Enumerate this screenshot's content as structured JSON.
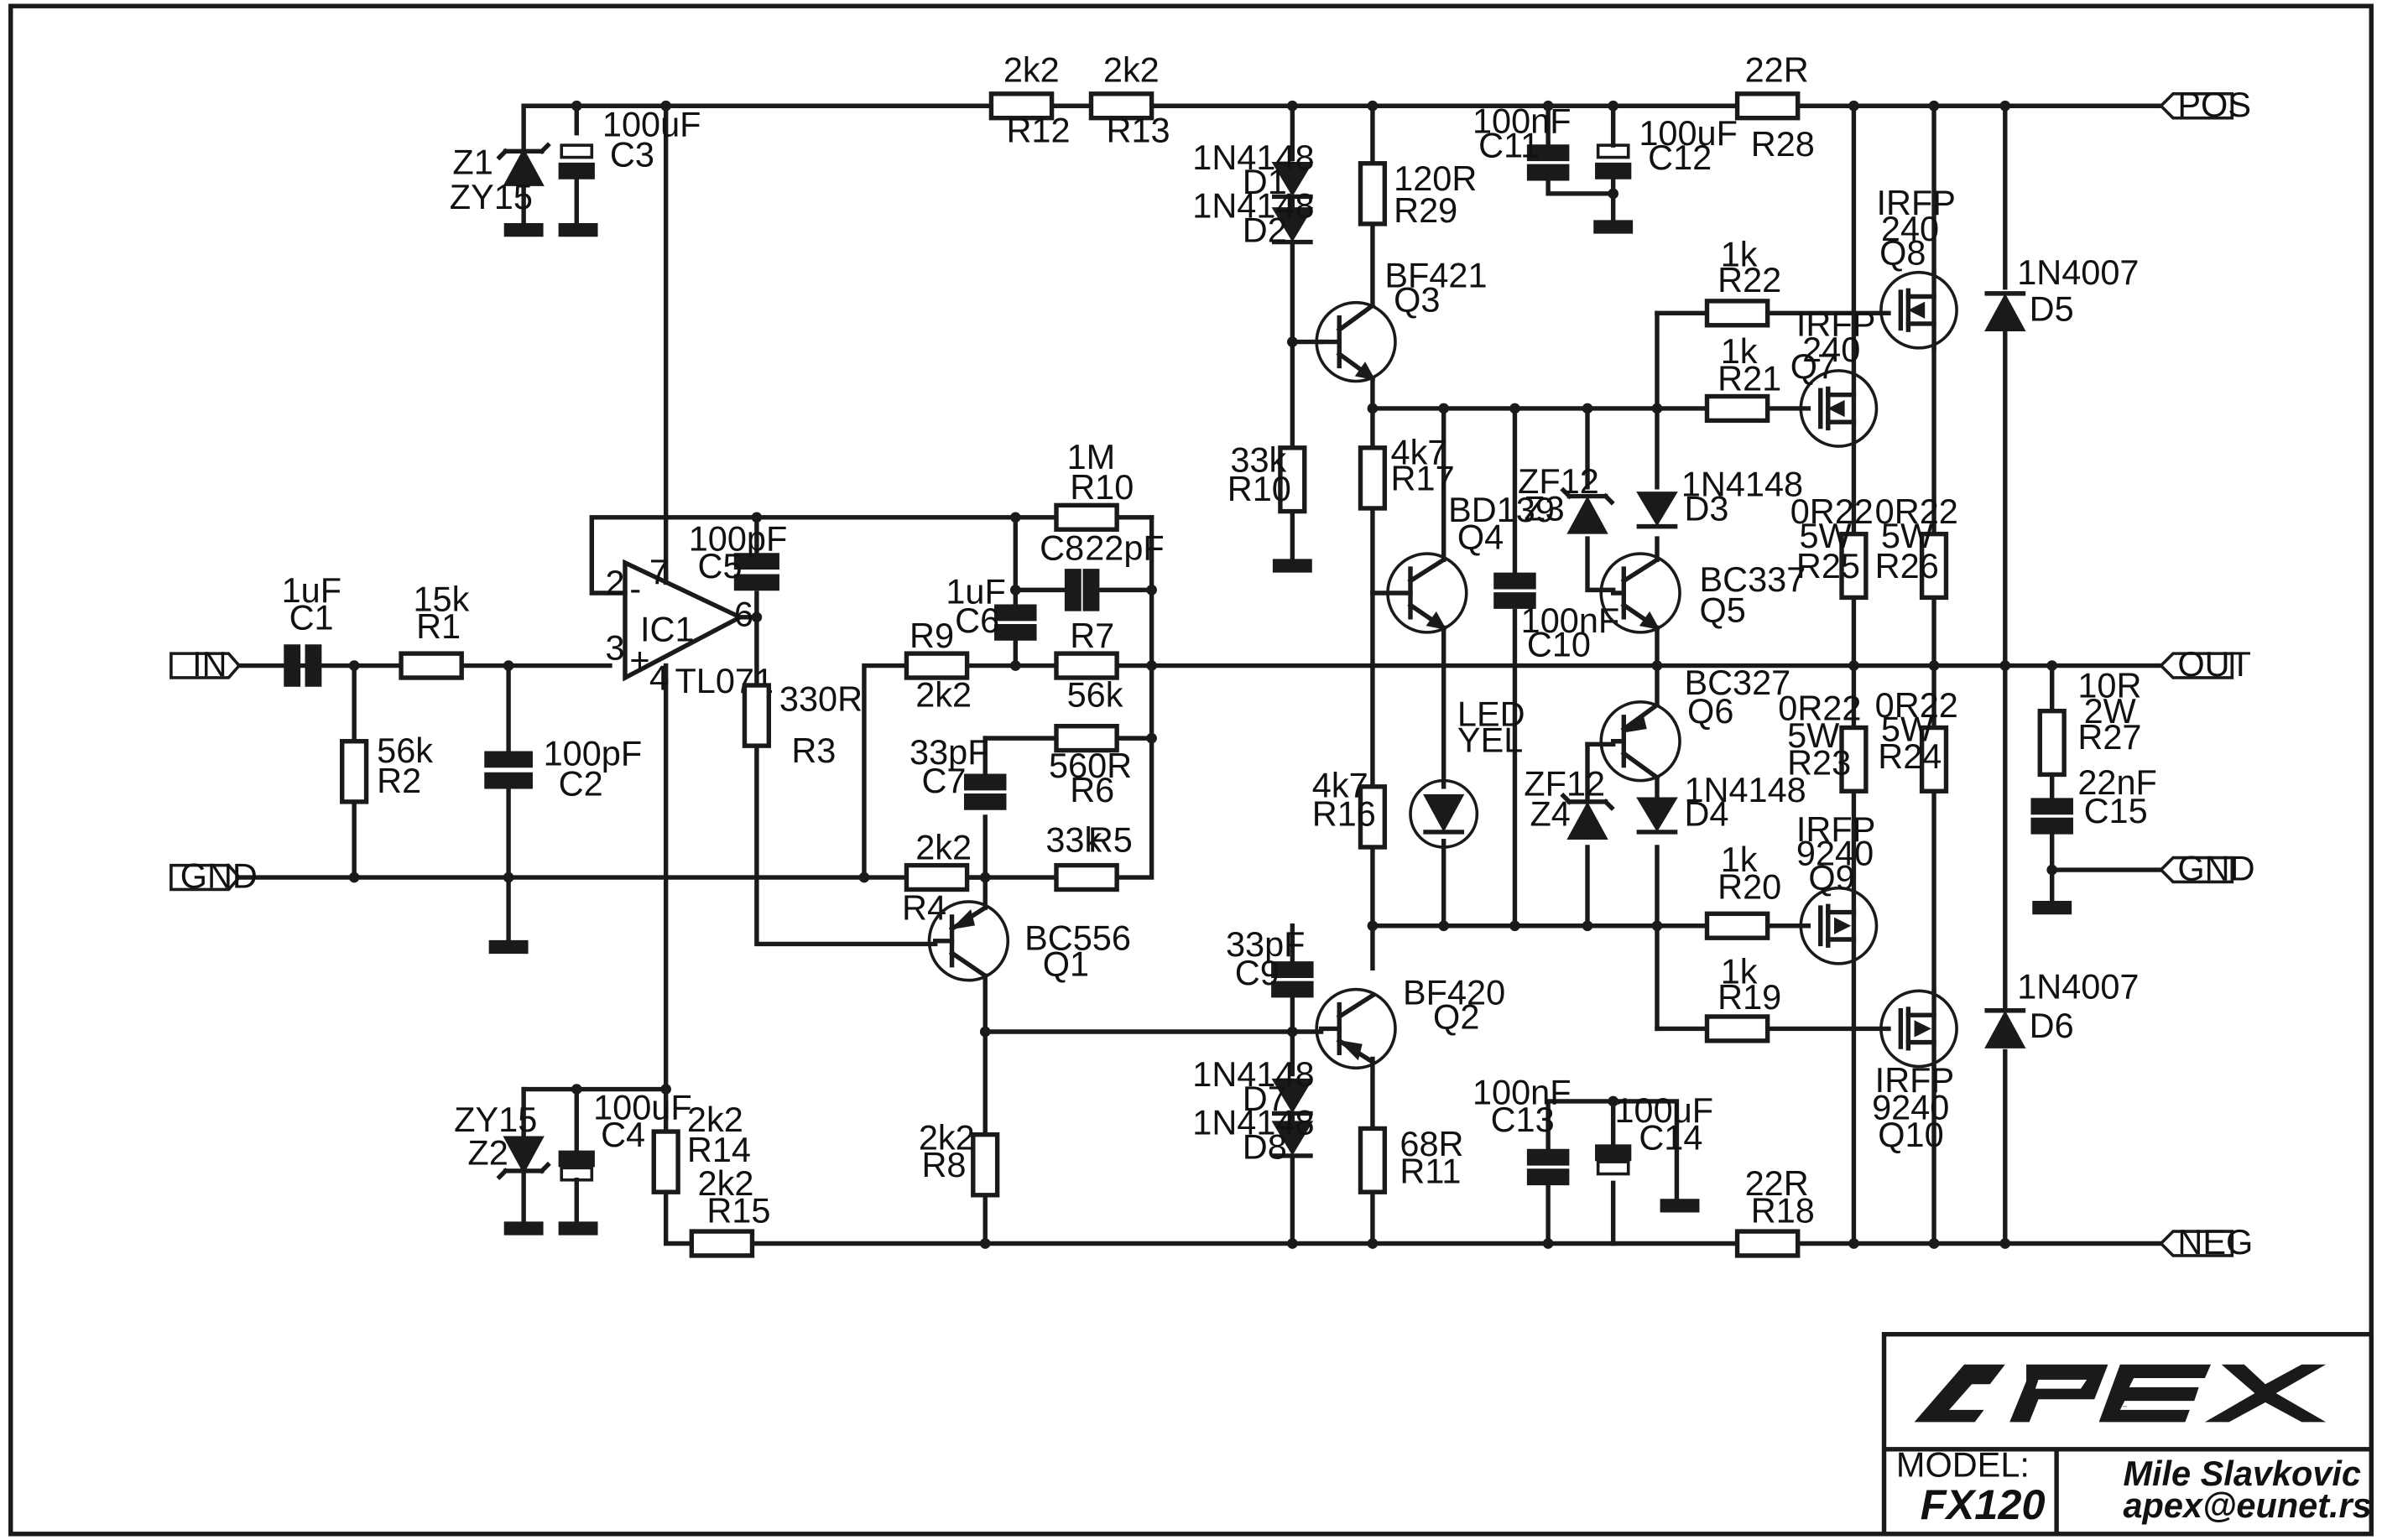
{
  "schematic": {
    "ports": {
      "in": "IN",
      "gnd_in": "GND",
      "pos": "POS",
      "out": "OUT",
      "gnd_out": "GND",
      "neg": "NEG"
    },
    "opamp": {
      "ref": "IC1",
      "part": "TL071",
      "pin_minus": "-",
      "pin_plus": "+",
      "pin2": "2",
      "pin3": "3",
      "pin4": "4",
      "pin6": "6",
      "pin7": "7"
    },
    "input": {
      "c1": {
        "value": "1uF",
        "ref": "C1"
      },
      "r1": {
        "value": "15k",
        "ref": "R1"
      },
      "r2": {
        "value": "56k",
        "ref": "R2"
      },
      "c2": {
        "value": "100pF",
        "ref": "C2"
      }
    },
    "supply_filter": {
      "z1": {
        "ref": "Z1",
        "part": "ZY15"
      },
      "c3": {
        "value": "100uF",
        "ref": "C3"
      },
      "z2": {
        "ref": "Z2",
        "part": "ZY15"
      },
      "c4": {
        "value": "100uF",
        "ref": "C4"
      },
      "r12": {
        "value": "2k2",
        "ref": "R12"
      },
      "r13": {
        "value": "2k2",
        "ref": "R13"
      },
      "r14": {
        "value": "2k2",
        "ref": "R14"
      },
      "r15": {
        "value": "2k2",
        "ref": "R15"
      }
    },
    "feedback": {
      "c5": {
        "value": "100pF",
        "ref": "C5"
      },
      "r10": {
        "value": "1M",
        "ref": "R10"
      },
      "c8": {
        "value": "22pF",
        "ref": "C8"
      },
      "c6": {
        "value": "1uF",
        "ref": "C6"
      },
      "r9": {
        "value": "2k2",
        "ref": "R9"
      },
      "r7": {
        "value": "56k",
        "ref": "R7"
      },
      "r3": {
        "value": "330R",
        "ref": "R3"
      },
      "c7": {
        "value": "33pF",
        "ref": "C7"
      },
      "r6": {
        "value": "560R",
        "ref": "R6"
      },
      "r4": {
        "value": "2k2",
        "ref": "R4"
      },
      "r5": {
        "value": "33k",
        "ref": "R5"
      },
      "q1": {
        "part": "BC556",
        "ref": "Q1"
      },
      "r8": {
        "value": "2k2",
        "ref": "R8"
      }
    },
    "driver": {
      "d1": {
        "part": "1N4148",
        "ref": "D1"
      },
      "d2": {
        "part": "1N4148",
        "ref": "D2"
      },
      "r29": {
        "value": "120R",
        "ref": "R29"
      },
      "q3": {
        "part": "BF421",
        "ref": "Q3"
      },
      "r10b": {
        "value": "33k",
        "ref": "R10"
      },
      "r17": {
        "value": "4k7",
        "ref": "R17"
      },
      "q4": {
        "part": "BD139",
        "ref": "Q4"
      },
      "c10": {
        "value": "100nF",
        "ref": "C10"
      },
      "led": {
        "line1": "LED",
        "line2": "YEL"
      },
      "r16": {
        "value": "4k7",
        "ref": "R16"
      },
      "c9": {
        "value": "33pF",
        "ref": "C9"
      },
      "q2": {
        "part": "BF420",
        "ref": "Q2"
      },
      "d7": {
        "part": "1N4148",
        "ref": "D7"
      },
      "d8": {
        "part": "1N4148",
        "ref": "D8"
      },
      "r11": {
        "value": "68R",
        "ref": "R11"
      }
    },
    "output": {
      "c11": {
        "value": "100nF",
        "ref": "C11"
      },
      "c12": {
        "value": "100uF",
        "ref": "C12"
      },
      "r28": {
        "value": "22R",
        "ref": "R28"
      },
      "q8": {
        "part1": "IRFP",
        "part2": "240",
        "ref": "Q8"
      },
      "q7": {
        "part1": "IRFP",
        "part2": "240",
        "ref": "Q7"
      },
      "r22": {
        "value": "1k",
        "ref": "R22"
      },
      "r21": {
        "value": "1k",
        "ref": "R21"
      },
      "d5": {
        "part": "1N4007",
        "ref": "D5"
      },
      "z3": {
        "part": "ZF12",
        "ref": "Z3"
      },
      "d3": {
        "part": "1N4148",
        "ref": "D3"
      },
      "q5": {
        "part": "BC337",
        "ref": "Q5"
      },
      "r25": {
        "value1": "0R22",
        "value2": "5W",
        "ref": "R25"
      },
      "r26": {
        "value1": "0R22",
        "value2": "5W",
        "ref": "R26"
      },
      "q6": {
        "part": "BC327",
        "ref": "Q6"
      },
      "z4": {
        "part": "ZF12",
        "ref": "Z4"
      },
      "d4": {
        "part": "1N4148",
        "ref": "D4"
      },
      "r23": {
        "value1": "0R22",
        "value2": "5W",
        "ref": "R23"
      },
      "r24": {
        "value1": "0R22",
        "value2": "5W",
        "ref": "R24"
      },
      "r27": {
        "value1": "10R",
        "value2": "2W",
        "ref": "R27"
      },
      "c15": {
        "value": "22nF",
        "ref": "C15"
      },
      "r20": {
        "value": "1k",
        "ref": "R20"
      },
      "r19": {
        "value": "1k",
        "ref": "R19"
      },
      "q9": {
        "part1": "IRFP",
        "part2": "9240",
        "ref": "Q9"
      },
      "q10": {
        "part1": "IRFP",
        "part2": "9240",
        "ref": "Q10"
      },
      "d6": {
        "part": "1N4007",
        "ref": "D6"
      },
      "c13": {
        "value": "100nF",
        "ref": "C13"
      },
      "c14": {
        "value": "100uF",
        "ref": "C14"
      },
      "r18": {
        "value": "22R",
        "ref": "R18"
      }
    }
  },
  "title_block": {
    "logo": "APEX",
    "model_label": "MODEL:",
    "model": "FX120",
    "author": "Mile Slavkovic",
    "email": "apex@eunet.rs"
  }
}
